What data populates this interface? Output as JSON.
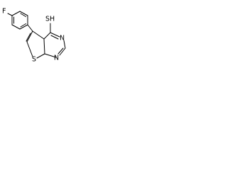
{
  "molecule": {
    "atoms": {
      "fluorine": "F",
      "thiol": "SH",
      "nitrogen_top": "N",
      "nitrogen_bottom": "N",
      "sulfur_ring": "S"
    },
    "colors": {
      "bond": "#000000",
      "label": "#000000",
      "background": "#ffffff"
    }
  }
}
